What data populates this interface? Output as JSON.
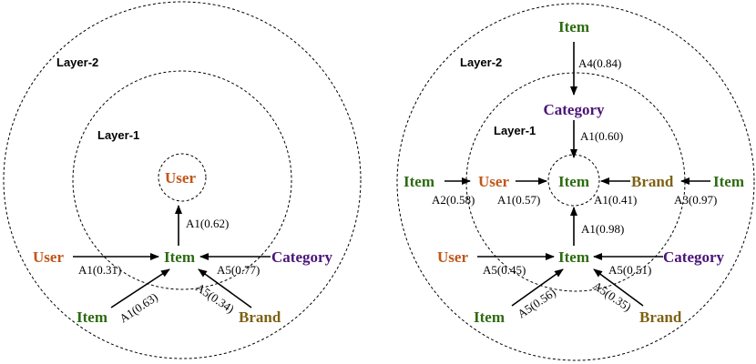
{
  "colors": {
    "item": "#2e6b12",
    "user": "#c0561a",
    "category": "#4a1578",
    "brand": "#7d6214"
  },
  "left": {
    "layer_outer": "Layer-2",
    "layer_inner": "Layer-1",
    "center": "User",
    "hub": "Item",
    "user": "User",
    "category": "Category",
    "item": "Item",
    "brand": "Brand",
    "e_hub_center": "A1(0.62)",
    "e_user_hub": "A1(0.31)",
    "e_category_hub": "A5(0.77)",
    "e_item_hub": "A1(0.63)",
    "e_brand_hub": "A5(0.34)"
  },
  "right": {
    "layer_outer": "Layer-2",
    "layer_inner": "Layer-1",
    "center": "Item",
    "top_item": "Item",
    "category_mid": "Category",
    "user_mid": "User",
    "brand_mid": "Brand",
    "item_far_left": "Item",
    "item_far_right": "Item",
    "hub": "Item",
    "user_low": "User",
    "category_low": "Category",
    "item_low": "Item",
    "brand_low": "Brand",
    "e_top_category": "A4(0.84)",
    "e_category_center": "A1(0.60)",
    "e_farleft_user": "A2(0.58)",
    "e_user_center": "A1(0.57)",
    "e_brand_center": "A1(0.41)",
    "e_farright_brand": "A3(0.97)",
    "e_hub_center": "A1(0.98)",
    "e_user_hub": "A5(0.45)",
    "e_category_hub": "A5(0.51)",
    "e_item_hub": "A5(0.56)",
    "e_brand_hub": "A5(0.35)"
  }
}
